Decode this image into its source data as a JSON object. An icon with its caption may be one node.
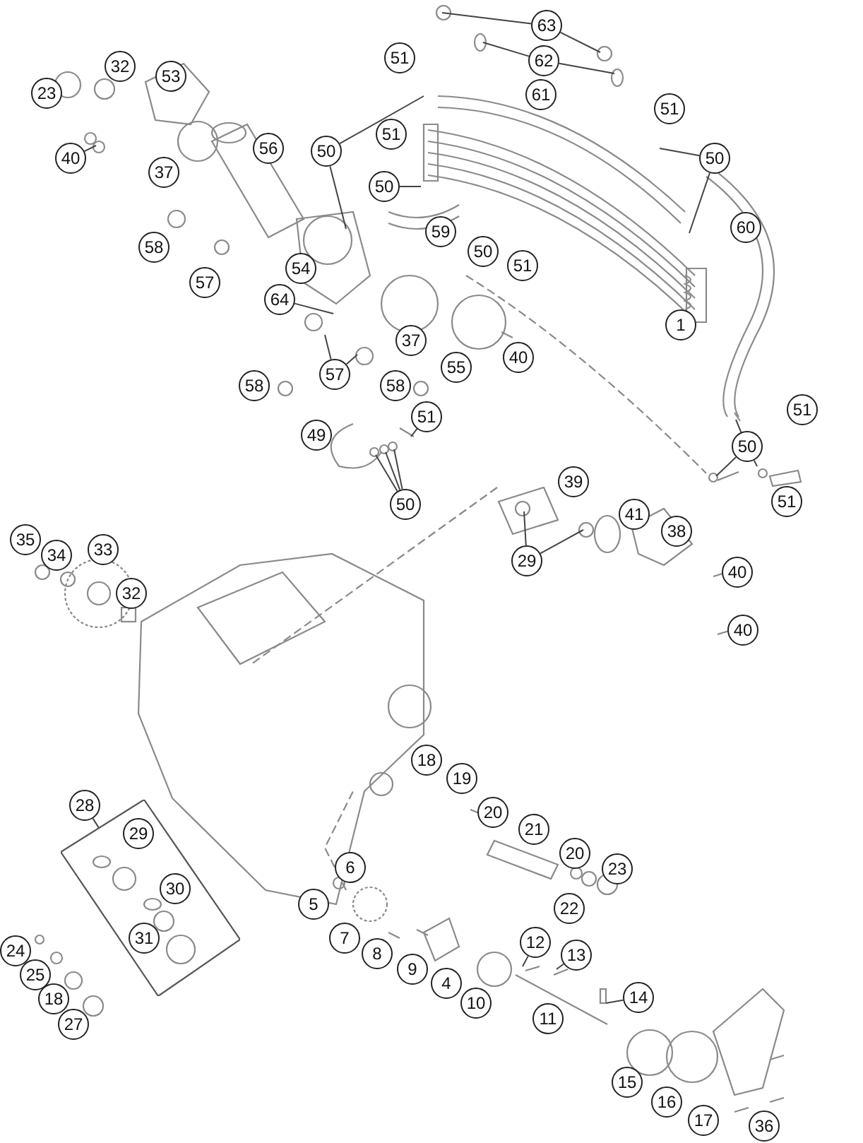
{
  "diagram": {
    "nodes": [
      {
        "text": [
          "63"
        ]
      },
      {
        "text": [
          "62"
        ]
      },
      {
        "text": [
          "40"
        ]
      },
      {
        "text": [
          "50"
        ]
      },
      {
        "text": [
          "50"
        ]
      },
      {
        "text": [
          "50"
        ]
      },
      {
        "text": [
          "64"
        ]
      },
      {
        "text": [
          "57"
        ]
      },
      {
        "text": [
          "51"
        ]
      },
      {
        "text": [
          "50"
        ]
      },
      {
        "text": [
          "50"
        ]
      },
      {
        "text": [
          "29"
        ]
      },
      {
        "text": [
          "28"
        ]
      },
      {
        "text": [],
        "shape": "box"
      },
      {
        "text": [
          "12"
        ]
      },
      {
        "text": [
          "13"
        ]
      },
      {
        "text": [
          "14"
        ]
      },
      {
        "text": [
          "51"
        ]
      },
      {
        "text": [
          "32"
        ]
      },
      {
        "text": [
          "53"
        ]
      },
      {
        "text": [
          "23"
        ]
      },
      {
        "text": [
          "61"
        ]
      },
      {
        "text": [
          "51"
        ]
      },
      {
        "text": [
          "51"
        ]
      },
      {
        "text": [
          "56"
        ]
      },
      {
        "text": [
          "37"
        ]
      },
      {
        "text": [
          "59"
        ]
      },
      {
        "text": [
          "60"
        ]
      },
      {
        "text": [
          "58"
        ]
      },
      {
        "text": [
          "50"
        ]
      },
      {
        "text": [
          "51"
        ]
      },
      {
        "text": [
          "54"
        ]
      },
      {
        "text": [
          "57"
        ]
      },
      {
        "text": [
          "1"
        ]
      },
      {
        "text": [
          "37"
        ]
      },
      {
        "text": [
          "40"
        ]
      },
      {
        "text": [
          "55"
        ]
      },
      {
        "text": [
          "58"
        ]
      },
      {
        "text": [
          "58"
        ]
      },
      {
        "text": [
          "51"
        ]
      },
      {
        "text": [
          "49"
        ]
      },
      {
        "text": [
          "39"
        ]
      },
      {
        "text": [
          "51"
        ]
      },
      {
        "text": [
          "41"
        ]
      },
      {
        "text": [
          "38"
        ]
      },
      {
        "text": [
          "35"
        ]
      },
      {
        "text": [
          "33"
        ]
      },
      {
        "text": [
          "34"
        ]
      },
      {
        "text": [
          "40"
        ]
      },
      {
        "text": [
          "32"
        ]
      },
      {
        "text": [
          "40"
        ]
      },
      {
        "text": [
          "18"
        ]
      },
      {
        "text": [
          "19"
        ]
      },
      {
        "text": [
          "20"
        ]
      },
      {
        "text": [
          "21"
        ]
      },
      {
        "text": [
          "29"
        ],
        "in": 13
      },
      {
        "text": [
          "20"
        ]
      },
      {
        "text": [
          "6"
        ]
      },
      {
        "text": [
          "23"
        ]
      },
      {
        "text": [
          "30"
        ],
        "in": 13
      },
      {
        "text": [
          "5"
        ]
      },
      {
        "text": [
          "22"
        ]
      },
      {
        "text": [
          "7"
        ]
      },
      {
        "text": [
          "31"
        ],
        "in": 13
      },
      {
        "text": [
          "24"
        ]
      },
      {
        "text": [
          "8"
        ]
      },
      {
        "text": [
          "9"
        ]
      },
      {
        "text": [
          "25"
        ]
      },
      {
        "text": [
          "4"
        ]
      },
      {
        "text": [
          "18"
        ]
      },
      {
        "text": [
          "10"
        ]
      },
      {
        "text": [
          "11"
        ]
      },
      {
        "text": [
          "27"
        ]
      },
      {
        "text": [
          "15"
        ]
      },
      {
        "text": [
          "16"
        ]
      },
      {
        "text": [
          "17"
        ]
      },
      {
        "text": [
          "36"
        ]
      }
    ],
    "edges": [
      {
        "from": 0,
        "to": null,
        "arrow": "none"
      },
      {
        "from": 0,
        "to": null,
        "arrow": "none"
      },
      {
        "from": 1,
        "to": null,
        "arrow": "none"
      },
      {
        "from": 1,
        "to": null,
        "arrow": "none"
      },
      {
        "from": 2,
        "to": null,
        "arrow": "none"
      },
      {
        "from": 3,
        "to": null,
        "arrow": "none"
      },
      {
        "from": 3,
        "to": null,
        "arrow": "none"
      },
      {
        "from": 4,
        "to": null,
        "arrow": "none"
      },
      {
        "from": 5,
        "to": null,
        "arrow": "none"
      },
      {
        "from": 5,
        "to": null,
        "arrow": "none"
      },
      {
        "from": 6,
        "to": null,
        "arrow": "none"
      },
      {
        "from": 7,
        "to": null,
        "arrow": "none"
      },
      {
        "from": 7,
        "to": null,
        "arrow": "none"
      },
      {
        "from": 8,
        "to": null,
        "arrow": "none"
      },
      {
        "from": 9,
        "to": null,
        "arrow": "none"
      },
      {
        "from": 9,
        "to": null,
        "arrow": "none"
      },
      {
        "from": 9,
        "to": null,
        "arrow": "none"
      },
      {
        "from": 10,
        "to": null,
        "arrow": "none"
      },
      {
        "from": 10,
        "to": null,
        "arrow": "none"
      },
      {
        "from": 10,
        "to": null,
        "arrow": "none"
      },
      {
        "from": 11,
        "to": null,
        "arrow": "none"
      },
      {
        "from": 11,
        "to": null,
        "arrow": "none"
      },
      {
        "from": 12,
        "to": 13,
        "arrow": "none"
      },
      {
        "from": 14,
        "to": null,
        "arrow": "none"
      },
      {
        "from": 15,
        "to": null,
        "arrow": "none"
      },
      {
        "from": 16,
        "to": null,
        "arrow": "none"
      }
    ]
  }
}
